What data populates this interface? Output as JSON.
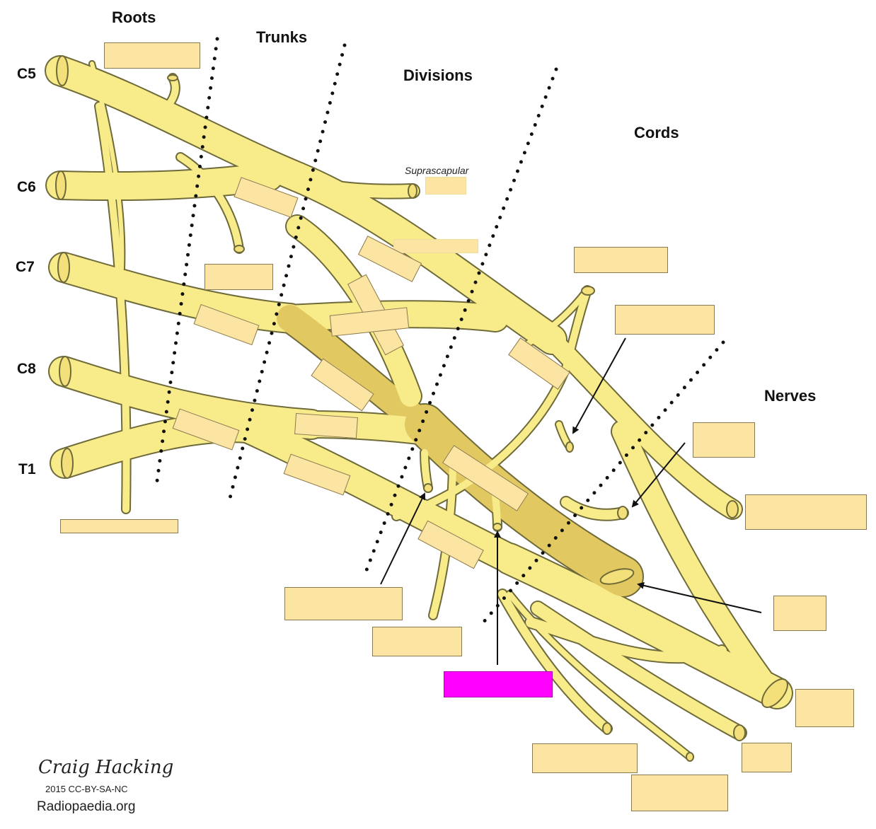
{
  "headers": {
    "roots": "Roots",
    "trunks": "Trunks",
    "divisions": "Divisions",
    "cords": "Cords",
    "nerves": "Nerves"
  },
  "roots": [
    "C5",
    "C6",
    "C7",
    "C8",
    "T1"
  ],
  "suprascapular_label": "Suprascapular",
  "credit": {
    "signature": "Craig Hacking",
    "license": "2015 CC-BY-SA-NC",
    "site": "Radiopaedia.org"
  },
  "colors": {
    "nerve_fill": "#f8ec8a",
    "nerve_stroke": "#6f6a3a",
    "cord_shade": "#e2c860",
    "label_box": "#fce5a3",
    "highlight_box": "#ff00ff"
  }
}
